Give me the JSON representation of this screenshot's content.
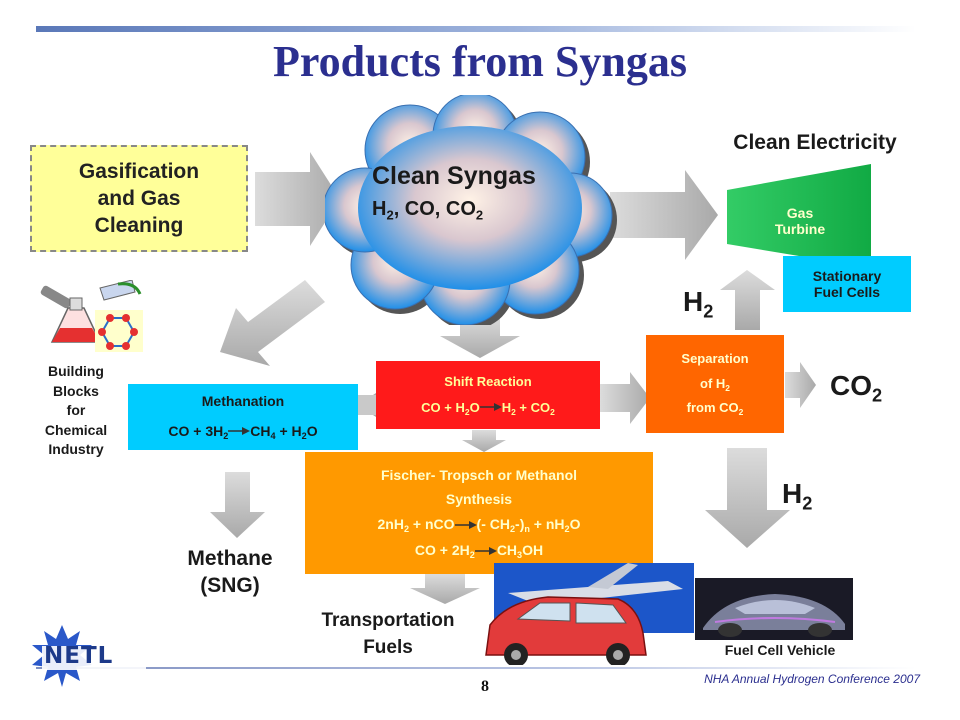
{
  "title": "Products from Syngas",
  "gasification": {
    "line1": "Gasification",
    "line2": "and Gas",
    "line3": "Cleaning"
  },
  "syngas": {
    "title": "Clean Syngas",
    "formula_parts": [
      "H",
      "2",
      ", CO, CO",
      "2"
    ]
  },
  "clean_electricity": "Clean Electricity",
  "gas_turbine": {
    "line1": "Gas",
    "line2": "Turbine"
  },
  "stationary_fuel_cells": {
    "line1": "Stationary",
    "line2": "Fuel Cells"
  },
  "h2_label": [
    "H",
    "2"
  ],
  "co2_label": [
    "CO",
    "2"
  ],
  "separation": {
    "line1": "Separation",
    "line2_parts": [
      "of H",
      "2"
    ],
    "line3_parts": [
      "from CO",
      "2"
    ]
  },
  "shift_reaction": {
    "title": "Shift Reaction",
    "lhs": [
      "CO + H",
      "2",
      "O"
    ],
    "rhs": [
      "H",
      "2",
      " + CO",
      "2"
    ]
  },
  "methanation": {
    "title": "Methanation",
    "lhs": [
      "CO + 3H",
      "2"
    ],
    "rhs": [
      "CH",
      "4",
      " + H",
      "2",
      "O"
    ]
  },
  "fischer": {
    "title_line1": "Fischer- Tropsch or Methanol",
    "title_line2": "Synthesis",
    "eq1_lhs": "2nH",
    "eq1_lhs_sub": "2",
    "eq1_lhs_tail": " + nCO",
    "eq1_rhs": [
      "(- CH",
      "2",
      "-)",
      "n",
      " + nH",
      "2",
      "O"
    ],
    "eq2_lhs": [
      "CO + 2H",
      "2"
    ],
    "eq2_rhs": [
      "CH",
      "3",
      "OH"
    ]
  },
  "building_blocks": [
    "Building",
    "Blocks",
    "for",
    "Chemical",
    "Industry"
  ],
  "methane": {
    "line1": "Methane",
    "line2": "(SNG)"
  },
  "transportation": {
    "line1": "Transportation",
    "line2": "Fuels"
  },
  "fuel_cell_vehicle": "Fuel Cell Vehicle",
  "logo_text": "NETL",
  "page_number": "8",
  "conference": "NHA Annual Hydrogen Conference 2007"
}
